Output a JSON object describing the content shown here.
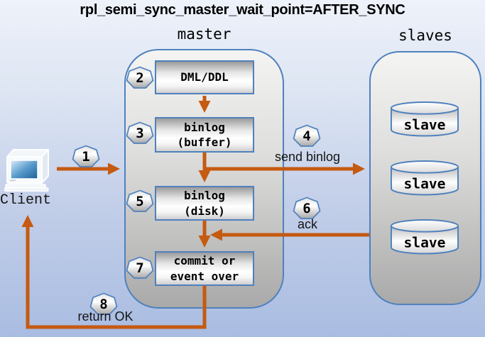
{
  "title": "rpl_semi_sync_master_wait_point=AFTER_SYNC",
  "groups": {
    "master": {
      "label": "master"
    },
    "slaves": {
      "label": "slaves"
    }
  },
  "client": {
    "label": "Client"
  },
  "nodes": {
    "dml": {
      "lines": [
        "DML/DDL"
      ]
    },
    "binlog_buffer": {
      "lines": [
        "binlog",
        "(buffer)"
      ]
    },
    "binlog_disk": {
      "lines": [
        "binlog",
        "(disk)"
      ]
    },
    "commit": {
      "lines": [
        "commit or",
        "event over"
      ]
    }
  },
  "slave_nodes": [
    {
      "label": "slave"
    },
    {
      "label": "slave"
    },
    {
      "label": "slave"
    }
  ],
  "steps": [
    {
      "number": "1"
    },
    {
      "number": "2"
    },
    {
      "number": "3"
    },
    {
      "number": "4",
      "label": "send binlog"
    },
    {
      "number": "5"
    },
    {
      "number": "6",
      "label": "ack"
    },
    {
      "number": "7"
    },
    {
      "number": "8",
      "label": "return OK"
    }
  ],
  "colors": {
    "arrow": "#C55A11",
    "border_blue": "#4F81BD",
    "background_top": "#EEF2FA",
    "background_bottom": "#A9BCE1"
  }
}
